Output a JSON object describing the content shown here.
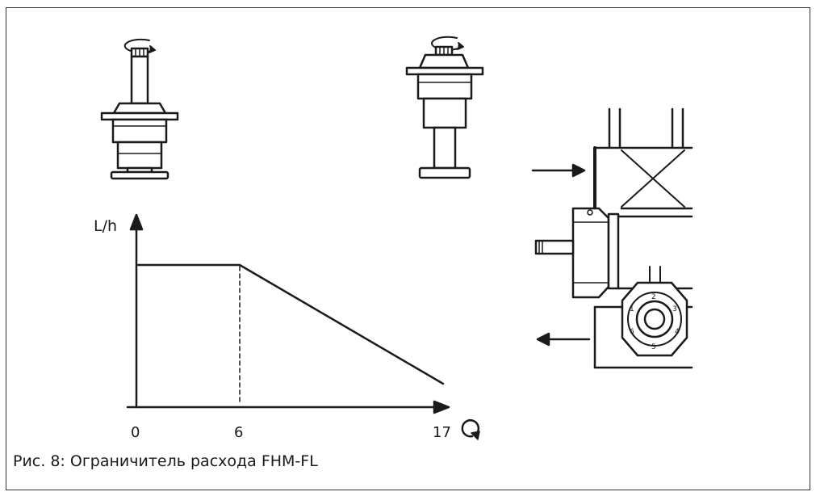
{
  "graph": {
    "y_axis_label": "L/h",
    "x_ticks": [
      "0",
      "6",
      "17"
    ],
    "flow_segments": [
      {
        "from_turns": 0,
        "to_turns": 6,
        "shape": "constant"
      },
      {
        "from_turns": 6,
        "to_turns": 17,
        "shape": "linear decrease"
      }
    ],
    "turn_icon": "clockwise-rotation-icon"
  },
  "dial_numbers": [
    "1",
    "2",
    "3",
    "4",
    "5",
    "6"
  ],
  "icons": [
    "rotation-arrow-icon",
    "flow-in-arrow-icon",
    "flow-out-arrow-icon"
  ],
  "caption": "Рис. 8: Ограничитель расхода FHM-FL"
}
